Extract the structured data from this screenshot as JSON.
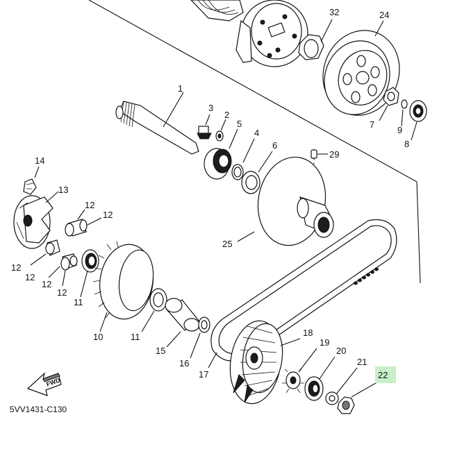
{
  "diagram": {
    "catalog_code": "5VV1431-C130",
    "fwd_label": "FWD",
    "highlight_color": "#c8f0c8",
    "highlighted_part": "22",
    "parts": {
      "p1": "1",
      "p2": "2",
      "p3": "3",
      "p4": "4",
      "p5": "5",
      "p6": "6",
      "p7": "7",
      "p8": "8",
      "p9": "9",
      "p10": "10",
      "p11a": "11",
      "p11b": "11",
      "p12a": "12",
      "p12b": "12",
      "p12c": "12",
      "p12d": "12",
      "p12e": "12",
      "p12f": "12",
      "p13": "13",
      "p14": "14",
      "p15": "15",
      "p16": "16",
      "p17": "17",
      "p18": "18",
      "p19": "19",
      "p20": "20",
      "p21": "21",
      "p22": "22",
      "p24": "24",
      "p25": "25",
      "p29": "29",
      "p32": "32"
    }
  }
}
